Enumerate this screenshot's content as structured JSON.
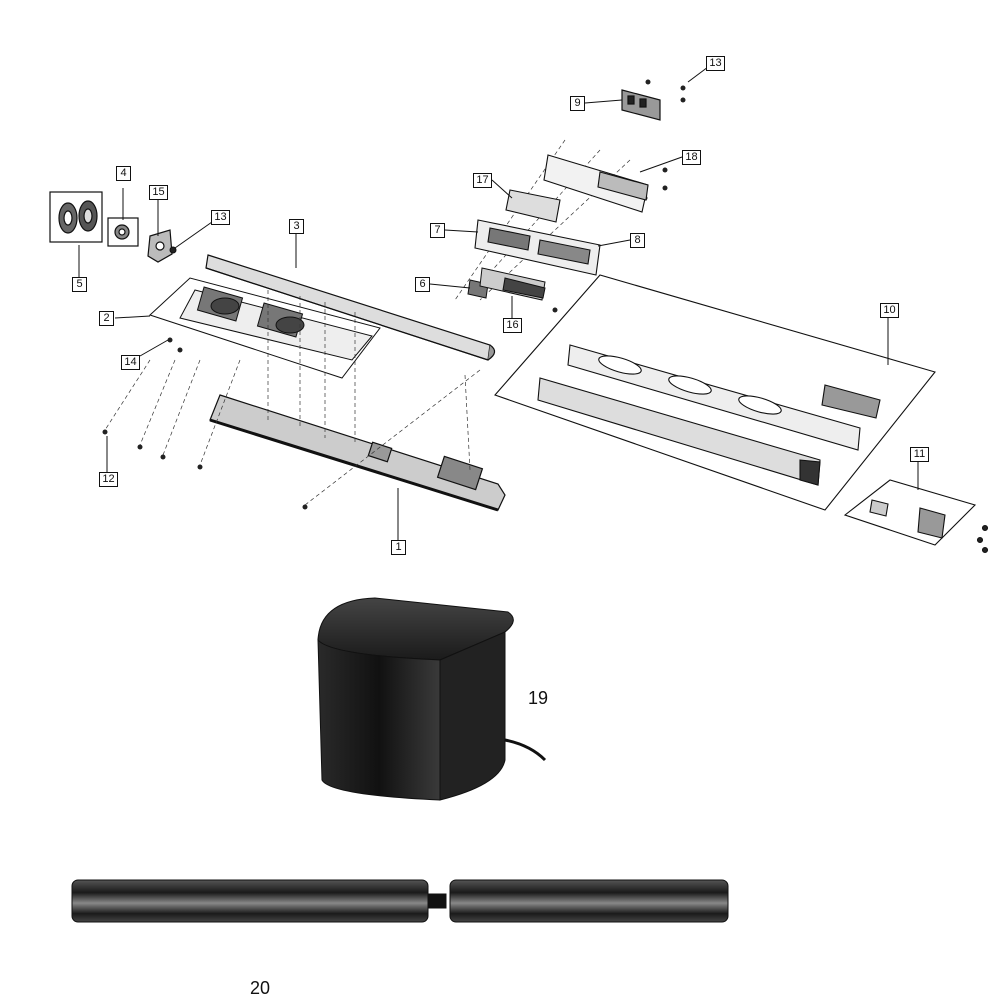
{
  "diagram": {
    "callouts": [
      {
        "id": "c1",
        "label": "1"
      },
      {
        "id": "c2",
        "label": "2"
      },
      {
        "id": "c3",
        "label": "3"
      },
      {
        "id": "c4",
        "label": "4"
      },
      {
        "id": "c5",
        "label": "5"
      },
      {
        "id": "c6",
        "label": "6"
      },
      {
        "id": "c7",
        "label": "7"
      },
      {
        "id": "c8",
        "label": "8"
      },
      {
        "id": "c9",
        "label": "9"
      },
      {
        "id": "c10",
        "label": "10"
      },
      {
        "id": "c11",
        "label": "11"
      },
      {
        "id": "c12",
        "label": "12"
      },
      {
        "id": "c13a",
        "label": "13"
      },
      {
        "id": "c13b",
        "label": "13"
      },
      {
        "id": "c14",
        "label": "14"
      },
      {
        "id": "c15",
        "label": "15"
      },
      {
        "id": "c16",
        "label": "16"
      },
      {
        "id": "c17",
        "label": "17"
      },
      {
        "id": "c18",
        "label": "18"
      }
    ],
    "plain_labels": [
      {
        "id": "l19",
        "label": "19"
      },
      {
        "id": "l20",
        "label": "20"
      }
    ]
  }
}
